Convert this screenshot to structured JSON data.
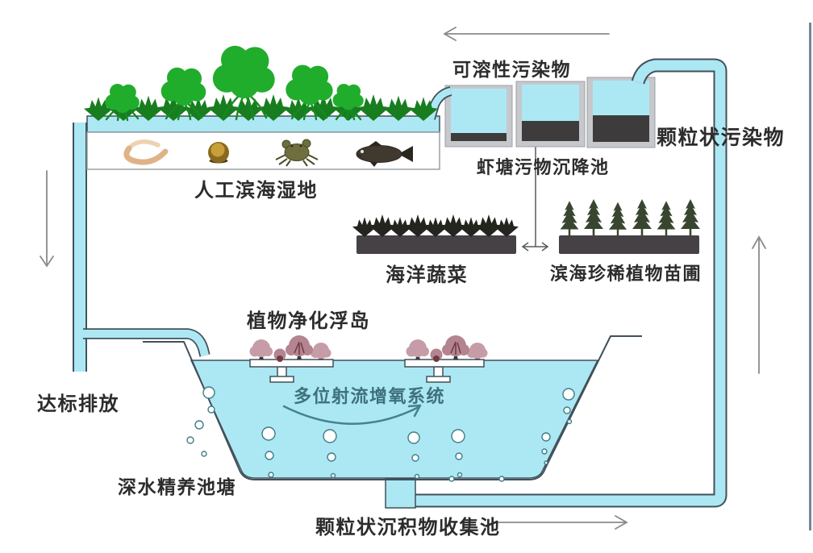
{
  "labels": {
    "soluble_pollutants": "可溶性污染物",
    "settling_pond": "虾塘污物沉降池",
    "granular_pollutants": "颗粒状污染物",
    "artificial_wetland": "人工滨海湿地",
    "marine_vegetables": "海洋蔬菜",
    "rare_plant_nursery": "滨海珍稀植物苗圃",
    "purification_island": "植物净化浮岛",
    "jet_aeration_system": "多位射流增氧系统",
    "compliant_discharge": "达标排放",
    "deepwater_pond": "深水精养池塘",
    "sediment_collection_pond": "颗粒状沉积物收集池"
  },
  "colors": {
    "water": "#ace8f4",
    "outline": "#41505a",
    "box_edge": "#9aa0a4",
    "tank_frame": "#c6c8cc",
    "tank_frame_edge": "#9aa0a6",
    "sediment": "#3e3b3d",
    "tree": "#21ad2c",
    "tree_dark": "#148a20",
    "grass": "#177d1f",
    "veg": "#23251e",
    "soil": "#454145",
    "nursery": "#39462f",
    "island_plant": "#c59ca7",
    "island_plant_mid": "#b48490",
    "island_plant_dark": "#6e3b42",
    "plant_trunk": "#3a3a3a",
    "aeration_arrow": "#46828c",
    "aeration_text": "#3f717c",
    "arrow": "#8b8b8b",
    "connector": "#5a5a5a",
    "text": "#2c2c2c",
    "worm": "#dfb387",
    "worm_light": "#eed2b0",
    "snail": "#8a6a1e",
    "snail_light": "#c89f3a",
    "snail_base": "#4d3f18",
    "crab": "#6e6e3e",
    "crab_dark": "#4a4a28",
    "fish": "#40392f",
    "fish_dark": "#2c2620",
    "bubble": "#3f7d87",
    "edge_line": "#5f7180"
  }
}
